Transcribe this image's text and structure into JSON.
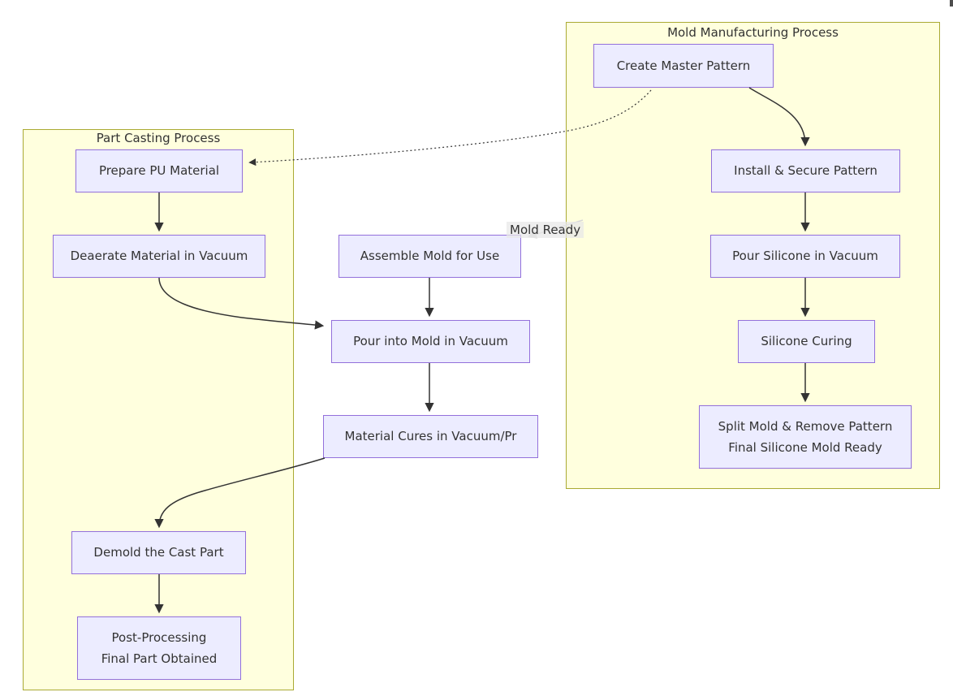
{
  "diagram": {
    "type": "flowchart",
    "subgraphs": {
      "mold_mfg": {
        "title": "Mold Manufacturing Process"
      },
      "part_casting": {
        "title": "Part Casting Process"
      }
    },
    "nodes": {
      "create_master": {
        "label": "Create Master Pattern"
      },
      "install_secure": {
        "label": "Install & Secure Pattern"
      },
      "pour_silicone": {
        "label": "Pour Silicone in Vacuum"
      },
      "silicone_curing": {
        "label": "Silicone Curing"
      },
      "split_mold": {
        "line1": "Split Mold & Remove Pattern",
        "line2": "Final Silicone Mold Ready"
      },
      "prepare_pu": {
        "label": "Prepare PU Material"
      },
      "deaerate": {
        "label": "Deaerate Material in Vacuum"
      },
      "assemble": {
        "label": "Assemble Mold for Use"
      },
      "pour_into_mold": {
        "label": "Pour into Mold in Vacuum"
      },
      "material_cures": {
        "label": "Material Cures in Vacuum/Pr"
      },
      "demold": {
        "label": "Demold the Cast Part"
      },
      "post_processing": {
        "line1": "Post-Processing",
        "line2": "Final Part Obtained"
      }
    },
    "edge_label": {
      "text": "Mold Ready"
    },
    "edges": [
      {
        "from": "create_master",
        "to": "install_secure",
        "style": "solid"
      },
      {
        "from": "install_secure",
        "to": "pour_silicone",
        "style": "solid"
      },
      {
        "from": "pour_silicone",
        "to": "silicone_curing",
        "style": "solid"
      },
      {
        "from": "silicone_curing",
        "to": "split_mold",
        "style": "solid"
      },
      {
        "from": "create_master",
        "to": "prepare_pu",
        "style": "dotted"
      },
      {
        "from": "prepare_pu",
        "to": "deaerate",
        "style": "solid"
      },
      {
        "from": "deaerate",
        "to": "pour_into_mold",
        "style": "solid"
      },
      {
        "from": "assemble",
        "to": "pour_into_mold",
        "style": "solid"
      },
      {
        "from": "pour_into_mold",
        "to": "material_cures",
        "style": "solid"
      },
      {
        "from": "material_cures",
        "to": "demold",
        "style": "solid"
      },
      {
        "from": "demold",
        "to": "post_processing",
        "style": "solid"
      },
      {
        "from": "mold_mfg",
        "to": "assemble",
        "style": "faint",
        "label": "Mold Ready"
      }
    ],
    "colors": {
      "node_fill": "#ECECFF",
      "node_border": "#9370DB",
      "subgraph_fill": "#ffffde",
      "subgraph_border": "#aaaa33",
      "edge_stroke": "#333333",
      "faint_edge_stroke": "#d8d8d8",
      "edge_label_bg": "#e8e8e8",
      "text": "#333333"
    }
  }
}
